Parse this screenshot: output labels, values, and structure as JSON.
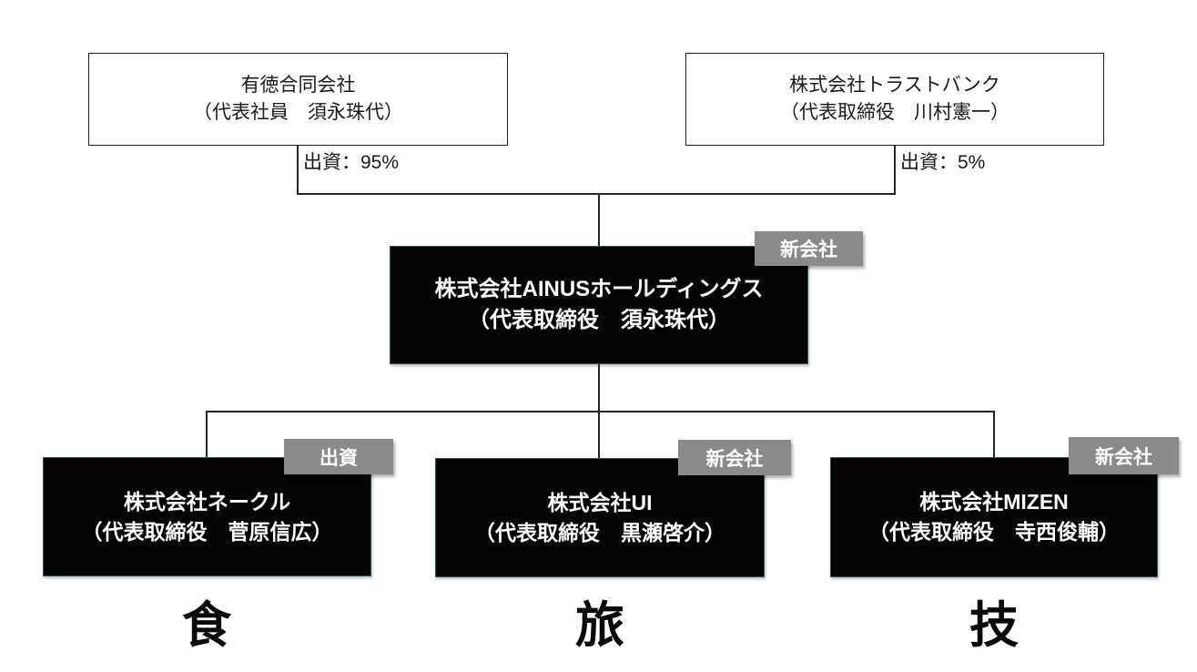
{
  "diagram": {
    "parents": [
      {
        "name": "有徳合同会社",
        "role": "（代表社員　須永珠代）",
        "stake_label": "出資：95%"
      },
      {
        "name": "株式会社トラストバンク",
        "role": "（代表取締役　川村憲一）",
        "stake_label": "出資：5%"
      }
    ],
    "holding": {
      "name": "株式会社AINUSホールディングス",
      "role": "（代表取締役　須永珠代）",
      "badge": "新会社"
    },
    "subsidiaries": [
      {
        "name": "株式会社ネークル",
        "role": "（代表取締役　菅原信広）",
        "badge": "出資",
        "category": "食"
      },
      {
        "name": "株式会社UI",
        "role": "（代表取締役　黒瀬啓介）",
        "badge": "新会社",
        "category": "旅"
      },
      {
        "name": "株式会社MIZEN",
        "role": "（代表取締役　寺西俊輔）",
        "badge": "新会社",
        "category": "技"
      }
    ],
    "colors": {
      "box_black": "#050505",
      "badge_gray": "#8a8a8a",
      "line": "#262626",
      "text_white": "#ffffff",
      "text_black": "#1a1a1a"
    }
  }
}
